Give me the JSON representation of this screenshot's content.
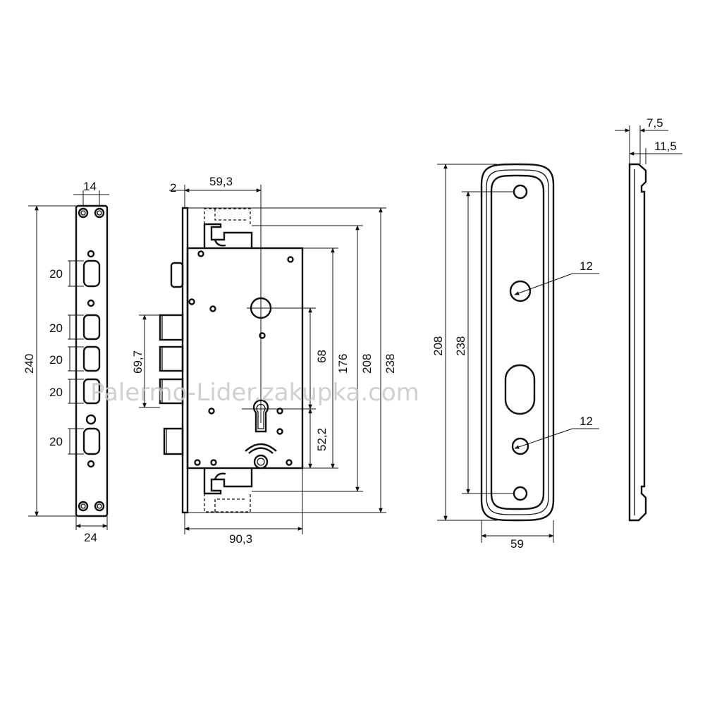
{
  "watermark": "Palermo-Lider.zakupka.com",
  "faceplate": {
    "width_top": "14",
    "width_bottom": "24",
    "height": "240",
    "slot_1": "20",
    "slot_2": "20",
    "slot_3": "20",
    "slot_4": "20",
    "slot_5": "20"
  },
  "lock_body": {
    "offset_2": "2",
    "backset": "59,3",
    "depth": "90,3",
    "bolt_span": "69,7",
    "dim_68": "68",
    "dim_52_2": "52,2",
    "dim_176": "176",
    "dim_208": "208",
    "dim_238": "238"
  },
  "escutcheon": {
    "height_outer": "208",
    "height_inner": "238",
    "hole_top": "12",
    "hole_bottom": "12",
    "width": "59"
  },
  "side_profile": {
    "thickness_1": "7,5",
    "thickness_2": "11,5"
  }
}
